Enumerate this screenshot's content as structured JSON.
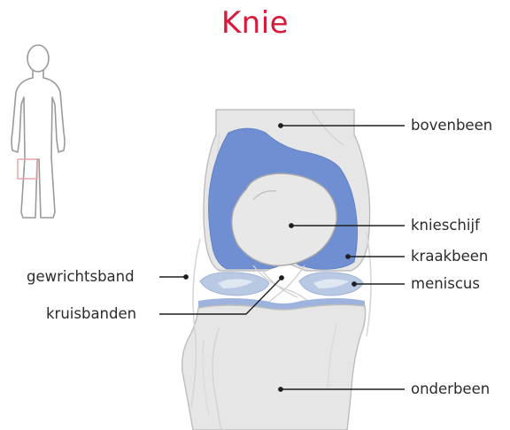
{
  "title": "Knie",
  "labels": {
    "bovenbeen": "bovenbeen",
    "knieschijf": "knieschijf",
    "kraakbeen": "kraakbeen",
    "meniscus": "meniscus",
    "onderbeen": "onderbeen",
    "gewrichtsband": "gewrichtsband",
    "kruisbanden": "kruisbanden"
  },
  "colors": {
    "title": "#d7193c",
    "cartilage": "#6f8fd2",
    "meniscus": "#b9c9e4",
    "bone": "#e3e3e3",
    "bone_outline": "#bdbdbd",
    "highlight_box": "#e6a3a3"
  }
}
